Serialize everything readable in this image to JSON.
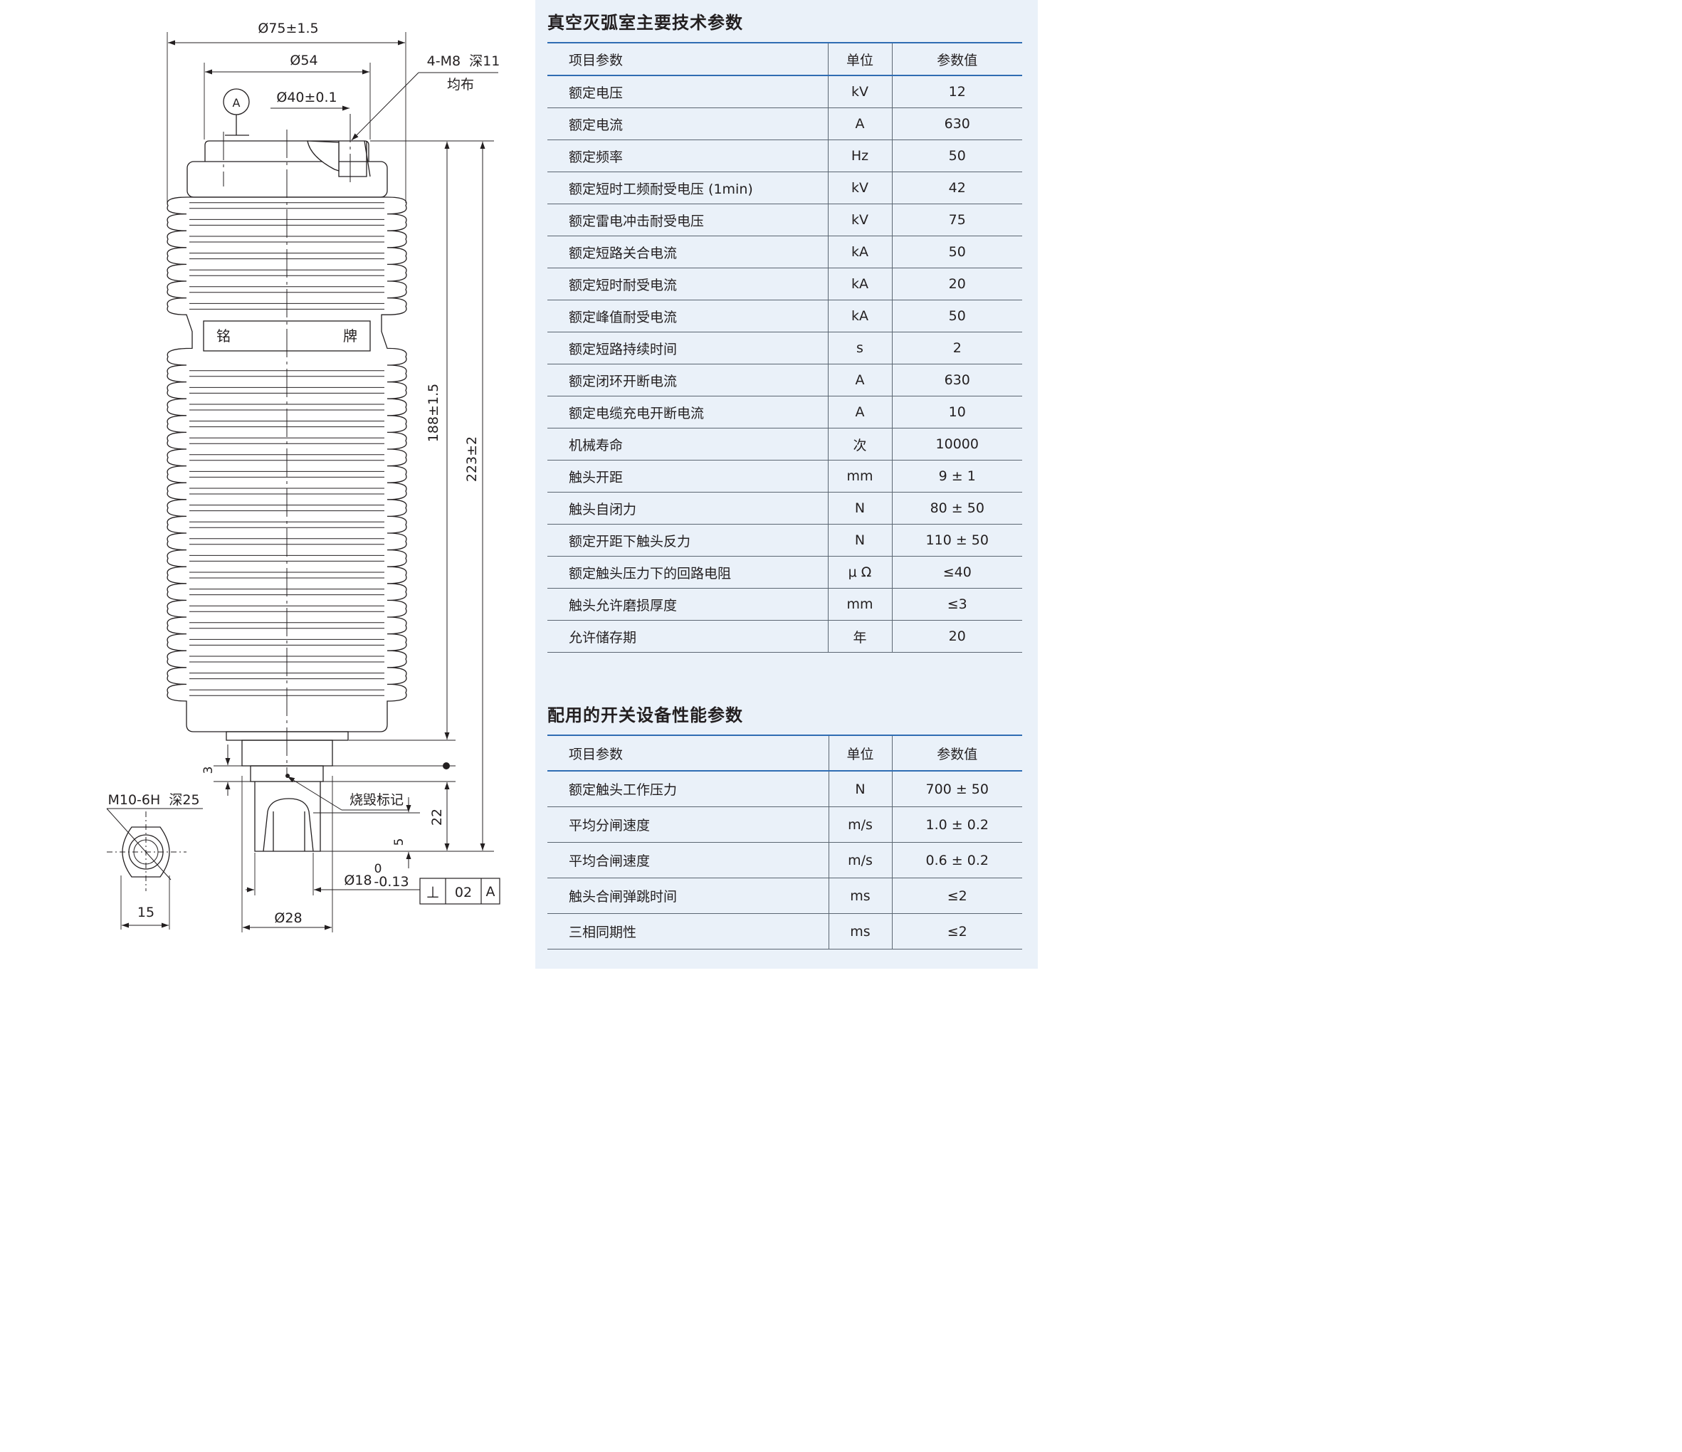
{
  "drawing": {
    "dim_outer_dia": "Ø75±1.5",
    "dim_flange_dia": "Ø54",
    "dim_pcd": "Ø40±0.1",
    "thread_top": "4-M8  深11",
    "thread_top_note": "均布",
    "datum_label": "A",
    "nameplate_left": "铭",
    "nameplate_right": "牌",
    "dim_body_height": "188±1.5",
    "dim_total_height": "223±2",
    "dim_3": "3",
    "burn_mark": "烧毁标记",
    "dim_22": "22",
    "dim_5": "5",
    "dim_rod_dia": "Ø18",
    "dim_rod_tol_upper": "0",
    "dim_rod_tol_lower": "-0.13",
    "dim_stem_dia": "Ø28",
    "fcf_symbol": "⊥",
    "fcf_tolerance": "02",
    "fcf_datum": "A",
    "end_thread": "M10-6H  深25",
    "dim_15": "15"
  },
  "section1": {
    "title": "真空灭弧室主要技术参数",
    "headers": {
      "item": "项目参数",
      "unit": "单位",
      "value": "参数值"
    },
    "rows": [
      {
        "item": "额定电压",
        "unit": "kV",
        "value": "12"
      },
      {
        "item": "额定电流",
        "unit": "A",
        "value": "630"
      },
      {
        "item": "额定频率",
        "unit": "Hz",
        "value": "50"
      },
      {
        "item": "额定短时工频耐受电压 (1min)",
        "unit": "kV",
        "value": "42"
      },
      {
        "item": "额定雷电冲击耐受电压",
        "unit": "kV",
        "value": "75"
      },
      {
        "item": "额定短路关合电流",
        "unit": "kA",
        "value": "50"
      },
      {
        "item": "额定短时耐受电流",
        "unit": "kA",
        "value": "20"
      },
      {
        "item": "额定峰值耐受电流",
        "unit": "kA",
        "value": "50"
      },
      {
        "item": "额定短路持续时间",
        "unit": "s",
        "value": "2"
      },
      {
        "item": "额定闭环开断电流",
        "unit": "A",
        "value": "630"
      },
      {
        "item": "额定电缆充电开断电流",
        "unit": "A",
        "value": "10"
      },
      {
        "item": "机械寿命",
        "unit": "次",
        "value": "10000"
      },
      {
        "item": "触头开距",
        "unit": "mm",
        "value": "9 ± 1"
      },
      {
        "item": "触头自闭力",
        "unit": "N",
        "value": "80 ± 50"
      },
      {
        "item": "额定开距下触头反力",
        "unit": "N",
        "value": "110 ± 50"
      },
      {
        "item": "额定触头压力下的回路电阻",
        "unit": "μ Ω",
        "value": "≤40"
      },
      {
        "item": "触头允许磨损厚度",
        "unit": "mm",
        "value": "≤3"
      },
      {
        "item": "允许储存期",
        "unit": "年",
        "value": "20"
      }
    ]
  },
  "section2": {
    "title": "配用的开关设备性能参数",
    "headers": {
      "item": "项目参数",
      "unit": "单位",
      "value": "参数值"
    },
    "rows": [
      {
        "item": "额定触头工作压力",
        "unit": "N",
        "value": "700 ± 50"
      },
      {
        "item": "平均分闸速度",
        "unit": "m/s",
        "value": "1.0 ± 0.2"
      },
      {
        "item": "平均合闸速度",
        "unit": "m/s",
        "value": "0.6 ± 0.2"
      },
      {
        "item": "触头合闸弹跳时间",
        "unit": "ms",
        "value": "≤2"
      },
      {
        "item": "三相同期性",
        "unit": "ms",
        "value": "≤2"
      }
    ]
  }
}
